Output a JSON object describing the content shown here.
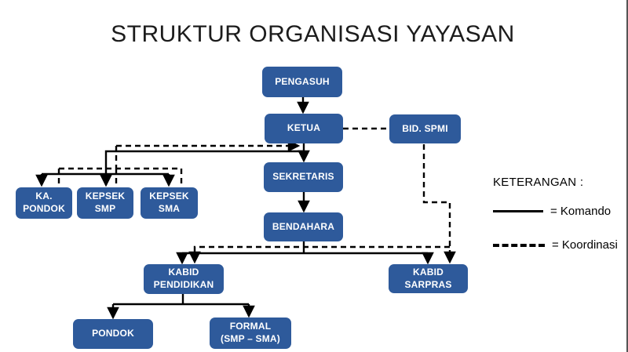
{
  "title": "STRUKTUR ORGANISASI YAYASAN",
  "colors": {
    "node_fill": "#2e5a9b",
    "node_text": "#ffffff",
    "line": "#000000",
    "right_border": "#555555"
  },
  "nodes": {
    "pengasuh": {
      "label": "PENGASUH"
    },
    "ketua": {
      "label": "KETUA"
    },
    "bid_spmi": {
      "label": "BID. SPMI"
    },
    "sekretaris": {
      "label": "SEKRETARIS"
    },
    "bendahara": {
      "label": "BENDAHARA"
    },
    "ka_pondok": {
      "label": "KA.\nPONDOK"
    },
    "kepsek_smp": {
      "label": "KEPSEK\nSMP"
    },
    "kepsek_sma": {
      "label": "KEPSEK\nSMA"
    },
    "kabid_pendidikan": {
      "label": "KABID\nPENDIDIKAN"
    },
    "kabid_sarpras": {
      "label": "KABID\nSARPRAS"
    },
    "pondok": {
      "label": "PONDOK"
    },
    "formal": {
      "label": "FORMAL\n(SMP – SMA)"
    }
  },
  "legend": {
    "heading": "KETERANGAN :",
    "items": [
      {
        "style": "solid",
        "label": "= Komando"
      },
      {
        "style": "dashed",
        "label": "= Koordinasi"
      }
    ]
  }
}
